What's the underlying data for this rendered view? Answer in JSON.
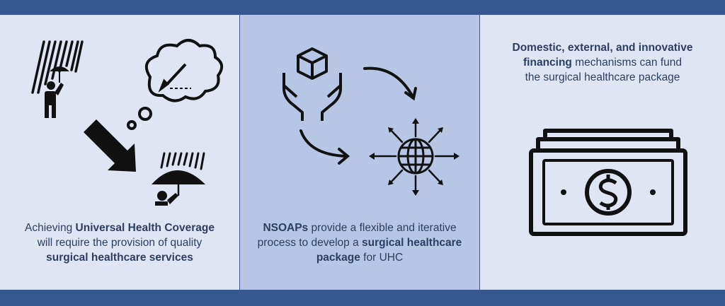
{
  "panels": [
    {
      "caption_pre": "Achieving ",
      "caption_bold1": "Universal Health Coverage",
      "caption_mid": "will require the provision of quality",
      "caption_bold2": "surgical healthcare services",
      "icons": [
        "person-in-rain-icon",
        "thought-bubble-scalpel-icon",
        "arrow-down-right-icon",
        "person-umbrella-icon"
      ]
    },
    {
      "caption_bold1": "NSOAPs",
      "caption_mid1": " provide a flexible and iterative",
      "caption_mid2": "process to develop a ",
      "caption_bold2": "surgical healthcare",
      "caption_bold3": "package",
      "caption_end": " for UHC",
      "icons": [
        "hands-package-icon",
        "curved-arrow-icon",
        "globe-arrows-icon"
      ]
    },
    {
      "caption_bold1": "Domestic, external, and innovative",
      "caption_bold2": "financing",
      "caption_mid": " mechanisms can fund",
      "caption_end": "the surgical healthcare package",
      "icons": [
        "money-stack-icon"
      ]
    }
  ],
  "colors": {
    "band": "#37578f",
    "panel_light": "#dfe5f3",
    "panel_mid": "#b8c6e6",
    "text": "#2b3e63"
  }
}
